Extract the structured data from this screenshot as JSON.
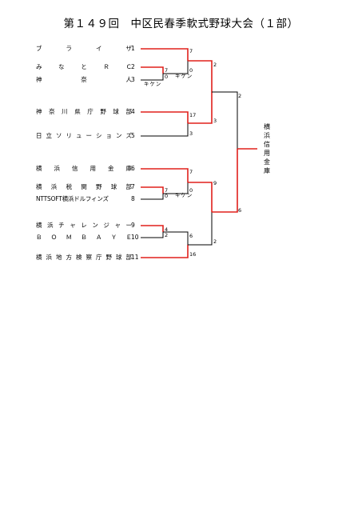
{
  "title": "第１４９回　中区民春季軟式野球大会（１部）",
  "teams": [
    {
      "seed": "1",
      "name": "ブ ラ イ ザ"
    },
    {
      "seed": "2",
      "name": "み な と Ｒ Ｃ"
    },
    {
      "seed": "3",
      "name": "神 奈 人"
    },
    {
      "seed": "4",
      "name": "神 奈 川 県 庁 野 球 部"
    },
    {
      "seed": "5",
      "name": "日 立 ソ リ ュ ー シ ョ ン ズ"
    },
    {
      "seed": "6",
      "name": "横 浜 信 用 金 庫"
    },
    {
      "seed": "7",
      "name": "横 浜 税 関 野 球 部"
    },
    {
      "seed": "8",
      "name": "NTTSOFT横浜ドルフィンズ"
    },
    {
      "seed": "9",
      "name": "横 浜 チ ャ レ ン ジ ャ ー"
    },
    {
      "seed": "10",
      "name": "Ｂ Ｏ Ｍ Ｂ Ａ Ｙ Ｅ"
    },
    {
      "seed": "11",
      "name": "横 浜 地 方 検 察 庁 野 球 部"
    }
  ],
  "scores": {
    "m23_top": "7",
    "m23_bot": "0",
    "m23_note": "キケン",
    "m23_note2": "キケン",
    "m1_top": "7",
    "m1_bot": "0",
    "m45_top": "17",
    "m45_bot": "3",
    "sf1_top": "2",
    "sf1_bot": "3",
    "m78_top": "7",
    "m78_bot": "0",
    "m78_note": "キケン",
    "m67_top": "7",
    "m67_bot": "0",
    "m910_top": "4",
    "m910_bot": "2",
    "m11_top": "6",
    "m11_bot": "16",
    "sf2_top": "9",
    "sf2_bot": "2",
    "final_top": "2",
    "final_bot": "6"
  },
  "champion": "横浜信用金庫",
  "colors": {
    "win": "#e0201c",
    "line": "#000000"
  }
}
